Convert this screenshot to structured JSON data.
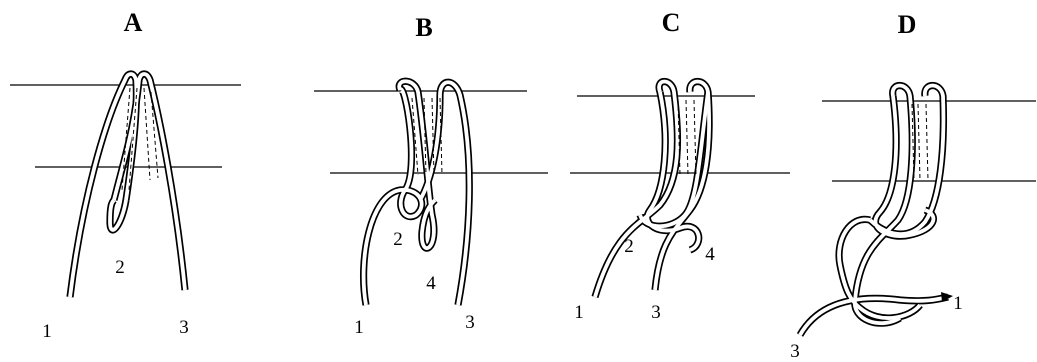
{
  "panels": [
    {
      "id": "A",
      "title": "A",
      "labels": [
        "1",
        "2",
        "3"
      ]
    },
    {
      "id": "B",
      "title": "B",
      "labels": [
        "1",
        "2",
        "4",
        "3"
      ]
    },
    {
      "id": "C",
      "title": "C",
      "labels": [
        "1",
        "2",
        "3",
        "4"
      ]
    },
    {
      "id": "D",
      "title": "D",
      "labels": [
        "1",
        "3"
      ]
    }
  ]
}
